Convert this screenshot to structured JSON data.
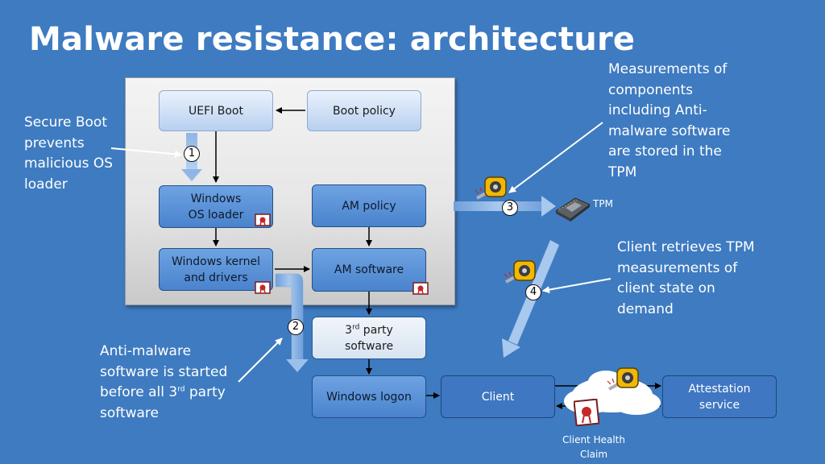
{
  "slide": {
    "title": "Malware resistance: architecture"
  },
  "boxes": {
    "uefi_boot": "UEFI Boot",
    "boot_policy": "Boot policy",
    "windows_os_loader_line1": "Windows",
    "windows_os_loader_line2": "OS loader",
    "am_policy": "AM policy",
    "windows_kernel_line1": "Windows kernel",
    "windows_kernel_line2": "and drivers",
    "am_software": "AM software",
    "third_party_pre": "3",
    "third_party_sup": "rd",
    "third_party_post": " party",
    "third_party_line2": "software",
    "windows_logon": "Windows logon",
    "client": "Client",
    "attestation_line1": "Attestation",
    "attestation_line2": "service"
  },
  "callouts": {
    "secure_boot": [
      "Secure Boot",
      "prevents",
      "malicious OS",
      "loader"
    ],
    "measurements": [
      "Measurements of",
      "components",
      "including Anti-",
      "malware software",
      "are stored in the",
      "TPM"
    ],
    "client_retrieves": [
      "Client retrieves TPM",
      "measurements of",
      "client state on",
      "demand"
    ],
    "anti_malware_lines": [
      "Anti-malware",
      "software is started"
    ],
    "anti_malware_before_pre": "before all 3",
    "anti_malware_before_sup": "rd",
    "anti_malware_before_post": " party",
    "anti_malware_last": "software"
  },
  "labels": {
    "tpm": "TPM",
    "client_health_claim_line1": "Client Health",
    "client_health_claim_line2": "Claim"
  },
  "steps": [
    "1",
    "2",
    "3",
    "4"
  ],
  "colors": {
    "background": "#3e7bc1",
    "arrow_fill": "#9cc0ea",
    "badge_fill": "#ffffff"
  },
  "icons": {
    "tpm_chip": "tpm-chip-icon",
    "measure_tape": "measuring-tape-icon",
    "certificate": "certificate-icon",
    "cloud": "cloud-icon"
  }
}
